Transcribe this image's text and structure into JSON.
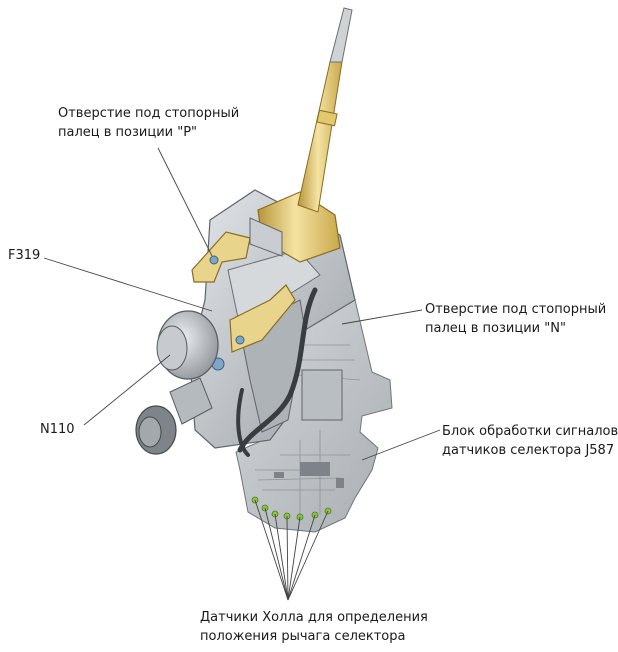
{
  "labels": {
    "hole_p": {
      "line1": "Отверстие под стопорный",
      "line2": "палец в позиции \"P\""
    },
    "f319": {
      "text": "F319"
    },
    "hole_n": {
      "line1": "Отверстие под стопорный",
      "line2": "палец в позиции \"N\""
    },
    "n110": {
      "text": "N110"
    },
    "j587": {
      "line1": "Блок обработки сигналов",
      "line2": "датчиков селектора J587"
    },
    "hall": {
      "line1": "Датчики Холла для определения",
      "line2": "положения рычага селектора"
    }
  },
  "colors": {
    "lever": "#e8cf7a",
    "lever_shade": "#c9a94a",
    "metal": "#c8ccd0",
    "metal_dark": "#8e949a",
    "board": "#bfc4c8",
    "sensor": "#8bc34a",
    "leader": "#444444"
  },
  "hall_sensor_count": 7
}
